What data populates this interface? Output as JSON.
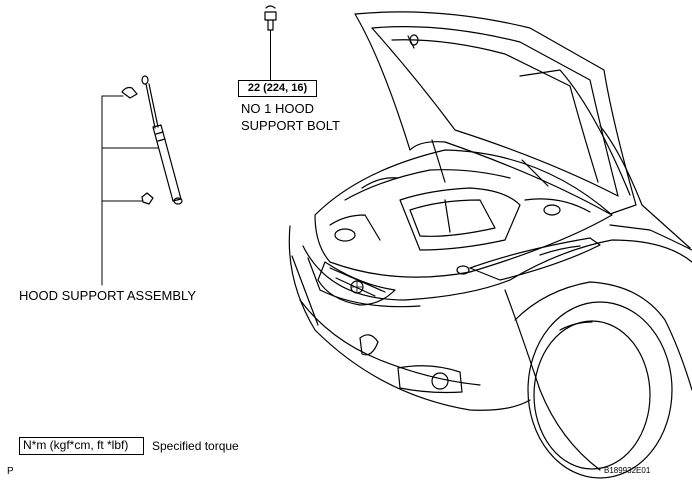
{
  "torque_spec": "22 (224, 16)",
  "labels": {
    "bolt_line1": "NO 1 HOOD",
    "bolt_line2": "SUPPORT BOLT",
    "assembly": "HOOD SUPPORT ASSEMBLY"
  },
  "legend": {
    "unit": "N*m (kgf*cm, ft *lbf)",
    "description": "Specified torque"
  },
  "footer": {
    "page_mark": "P",
    "figure_code": "B189932E01"
  }
}
